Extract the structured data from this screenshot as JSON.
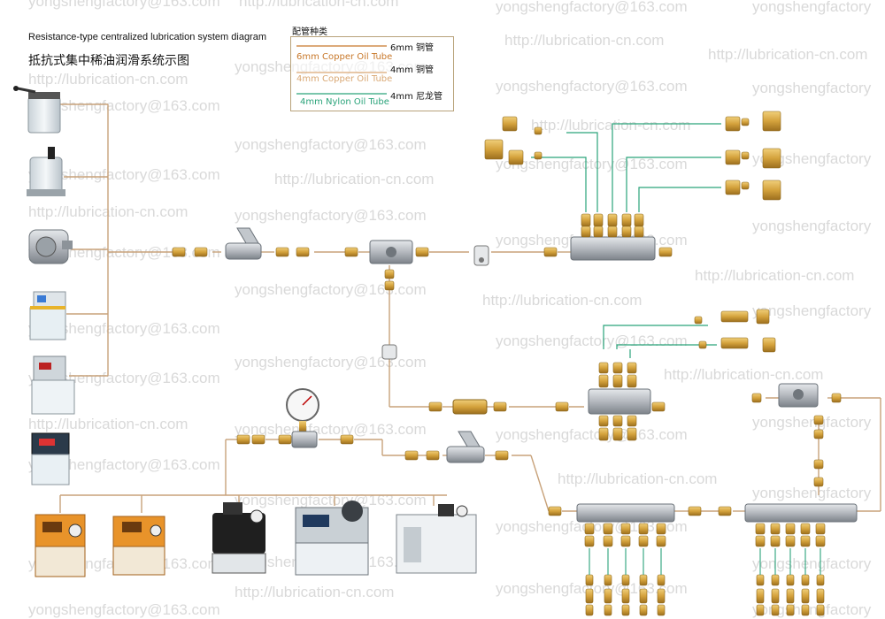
{
  "title_en": "Resistance-type centralized lubrication system diagram",
  "title_cn": "抵抗式集中稀油润滑系统示图",
  "legend": {
    "title": "配管种类",
    "items": [
      {
        "size": "6mm 铜管",
        "label": "6mm Copper Oil Tube",
        "color": "#c8782a"
      },
      {
        "size": "4mm 铜管",
        "label": "4mm Copper Oil Tube",
        "color": "#d9a874"
      },
      {
        "size": "4mm 尼龙管",
        "label": "4mm Nylon Oil Tube",
        "color": "#2aa37a"
      }
    ]
  },
  "watermarks": {
    "email": "yongshengfactory@163.com",
    "email_cut": "yongshengfactory",
    "url": "http://lubrication-cn.com"
  },
  "colors": {
    "copper_tube": "#c8a27a",
    "nylon_tube": "#2aa37a",
    "brass": "#d4a23c",
    "aluminium": "#b4b8be",
    "pump_orange": "#e8932a"
  },
  "icons": [
    "hand-pump-icon",
    "manual-pump-icon",
    "gear-pump-icon",
    "electric-pump-icon",
    "cylinder-pump-icon",
    "digital-pump-icon",
    "orange-pump-icon",
    "orange-pump-2-icon",
    "black-motor-pump-icon",
    "grey-motor-pump-icon",
    "electric-pump-2-icon",
    "pressure-gauge-icon",
    "y-filter-icon",
    "tee-joint-icon",
    "distributor-block-icon",
    "metering-unit-icon",
    "elbow-fitting-icon",
    "straight-fitting-icon"
  ]
}
